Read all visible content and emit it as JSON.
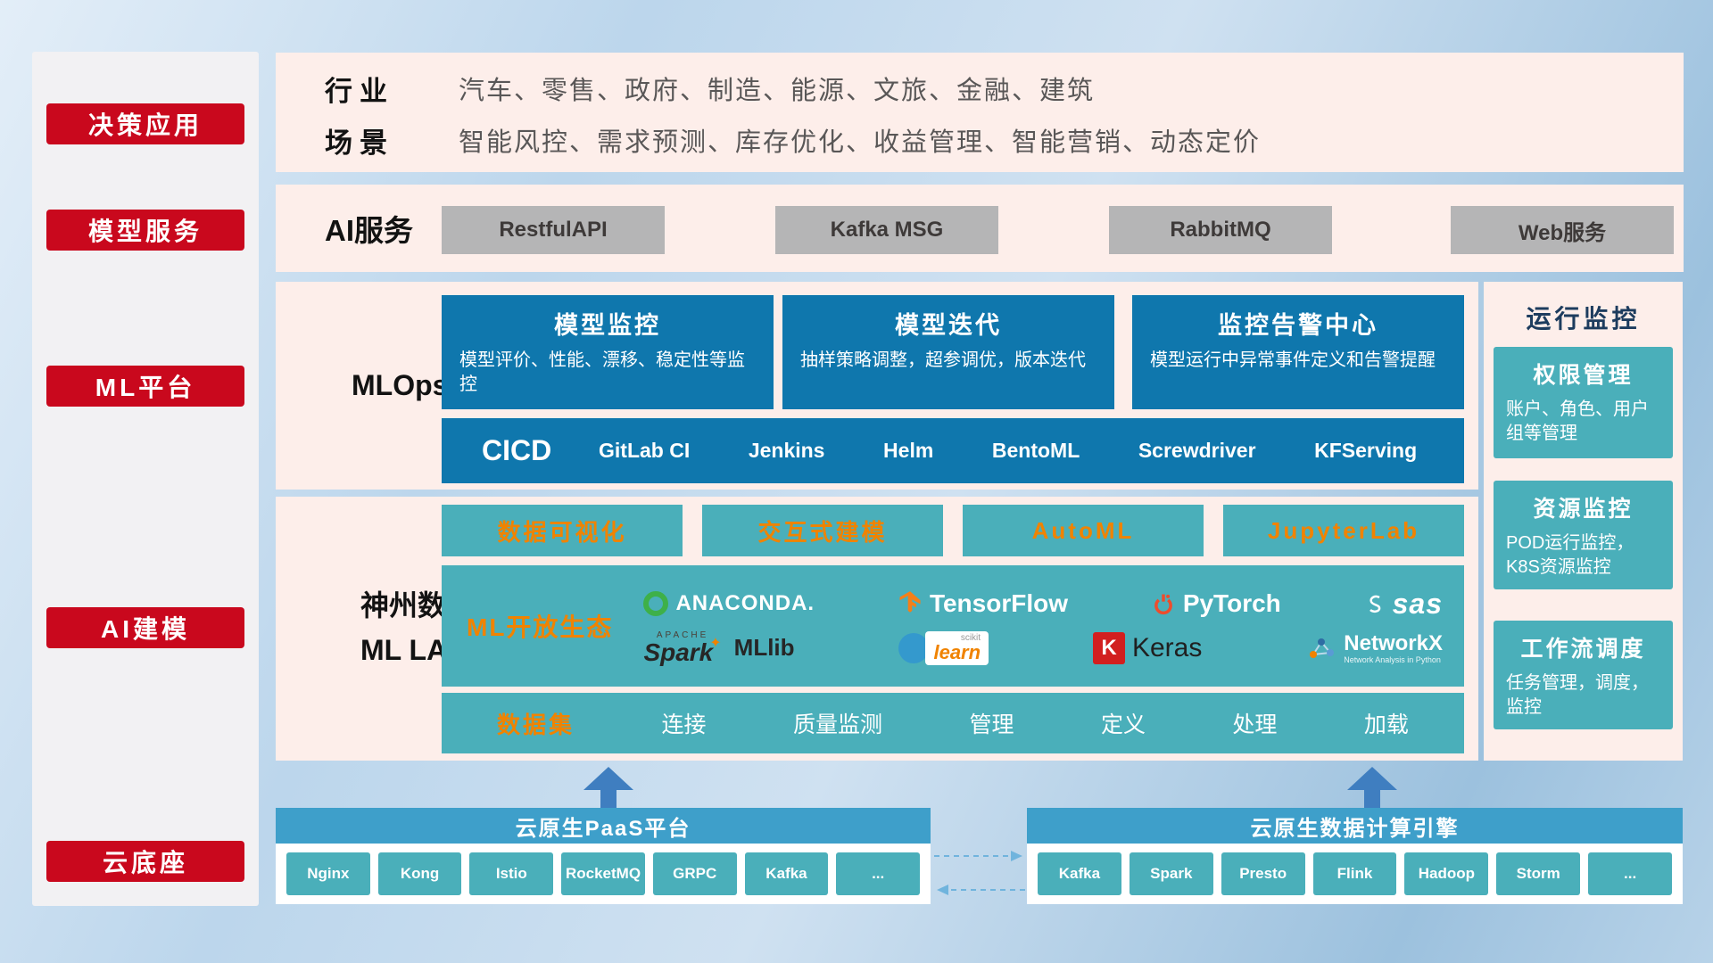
{
  "palette": {
    "accent_red": "#c9081d",
    "card_blue": "#0f77ad",
    "teal": "#4aafba",
    "bar_blue": "#3e9fca",
    "orange": "#f08300",
    "band_pink": "#fdeeea"
  },
  "sidebar": {
    "items": [
      "决策应用",
      "模型服务",
      "ML平台",
      "AI建模",
      "云底座"
    ]
  },
  "industry": {
    "row1_label": "行业",
    "row1_text": "汽车、零售、政府、制造、能源、文旅、金融、建筑",
    "row2_label": "场景",
    "row2_text": "智能风控、需求预测、库存优化、收益管理、智能营销、动态定价"
  },
  "ai_service": {
    "label": "AI服务",
    "buttons": [
      "RestfulAPI",
      "Kafka MSG",
      "RabbitMQ",
      "Web服务"
    ]
  },
  "mlops": {
    "label": "MLOps",
    "cards": [
      {
        "title": "模型监控",
        "desc": "模型评价、性能、漂移、稳定性等监控"
      },
      {
        "title": "模型迭代",
        "desc": "抽样策略调整，超参调优，版本迭代"
      },
      {
        "title": "监控告警中心",
        "desc": "模型运行中异常事件定义和告警提醒"
      }
    ],
    "cicd_label": "CICD",
    "cicd_items": [
      "GitLab CI",
      "Jenkins",
      "Helm",
      "BentoML",
      "Screwdriver",
      "KFServing"
    ]
  },
  "mllab": {
    "label_line1": "神州数码",
    "label_line2": "ML LAB",
    "top_buttons": [
      "数据可视化",
      "交互式建模",
      "AutoML",
      "JupyterLab"
    ],
    "eco_label": "ML开放生态",
    "logos": {
      "anaconda": "ANACONDA.",
      "tensorflow": "TensorFlow",
      "pytorch": "PyTorch",
      "sas": "sas",
      "apache": "APACHE",
      "spark": "Spark",
      "mllib": "MLlib",
      "scikit_small": "scikit",
      "scikit_learn": "learn",
      "keras_k": "K",
      "keras": "Keras",
      "networkx": "NetworkX",
      "networkx_sub": "Network Analysis in Python"
    },
    "data_row": [
      "数据集",
      "连接",
      "质量监测",
      "管理",
      "定义",
      "处理",
      "加载"
    ]
  },
  "monitor": {
    "title": "运行监控",
    "cards": [
      {
        "title": "权限管理",
        "desc": "账户、角色、用户组等管理"
      },
      {
        "title": "资源监控",
        "desc": "POD运行监控，K8S资源监控"
      },
      {
        "title": "工作流调度",
        "desc": "任务管理，调度，监控"
      }
    ]
  },
  "cloud": {
    "paas_title": "云原生PaaS平台",
    "paas_items": [
      "Nginx",
      "Kong",
      "Istio",
      "RocketMQ",
      "GRPC",
      "Kafka",
      "..."
    ],
    "engine_title": "云原生数据计算引擎",
    "engine_items": [
      "Kafka",
      "Spark",
      "Presto",
      "Flink",
      "Hadoop",
      "Storm",
      "..."
    ]
  }
}
